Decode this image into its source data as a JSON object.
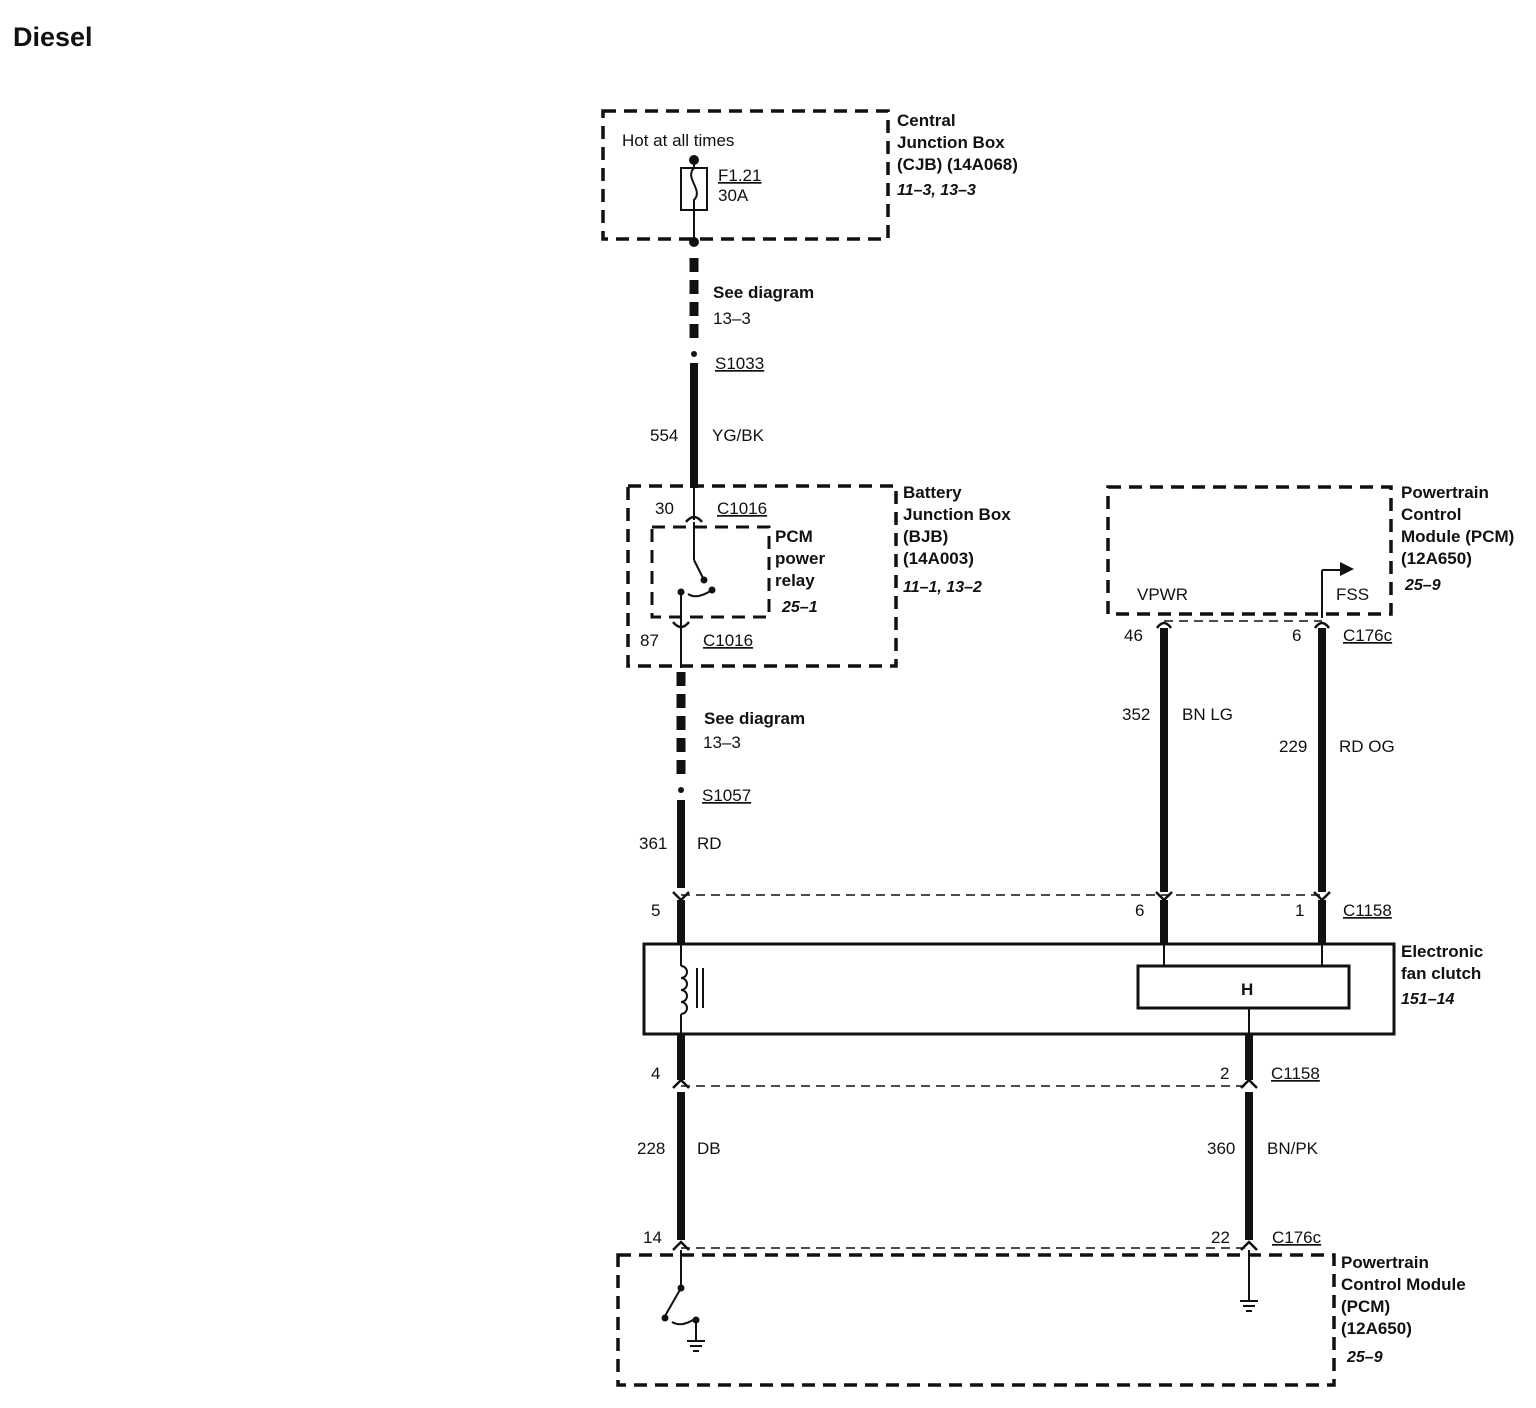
{
  "title": "Diesel",
  "cjb": {
    "hot_label": "Hot at all times",
    "fuse_id": "F1.21",
    "fuse_rating": "30A",
    "name_l1": "Central",
    "name_l2": "Junction Box",
    "name_l3": "(CJB) (14A068)",
    "ref": "11–3, 13–3"
  },
  "wire_upper": {
    "see_diagram": "See diagram",
    "see_ref": "13–3",
    "splice": "S1033",
    "circuit": "554",
    "color": "YG/BK"
  },
  "bjb": {
    "pin_in": "30",
    "conn_in": "C1016",
    "pin_out": "87",
    "conn_out": "C1016",
    "relay_l1": "PCM",
    "relay_l2": "power",
    "relay_l3": "relay",
    "relay_ref": "25–1",
    "name_l1": "Battery",
    "name_l2": "Junction Box",
    "name_l3": "(BJB)",
    "name_l4": "(14A003)",
    "ref": "11–1, 13–2"
  },
  "wire_mid": {
    "see_diagram": "See diagram",
    "see_ref": "13–3",
    "splice": "S1057",
    "circuit": "361",
    "color": "RD"
  },
  "pcm_top": {
    "name_l1": "Powertrain",
    "name_l2": "Control",
    "name_l3": "Module (PCM)",
    "name_l4": "(12A650)",
    "ref": "25–9",
    "vpwr": "VPWR",
    "fss": "FSS",
    "pin_vpwr": "46",
    "pin_fss": "6",
    "connector": "C176c"
  },
  "wire_352": {
    "circuit": "352",
    "color": "BN LG"
  },
  "wire_229": {
    "circuit": "229",
    "color": "RD OG"
  },
  "clutch": {
    "pin_5": "5",
    "pin_6": "6",
    "pin_1": "1",
    "connector_top": "C1158",
    "sensor": "H",
    "name_l1": "Electronic",
    "name_l2": "fan clutch",
    "ref": "151–14",
    "pin_4": "4",
    "pin_2": "2",
    "connector_bottom": "C1158"
  },
  "wire_228": {
    "circuit": "228",
    "color": "DB"
  },
  "wire_360": {
    "circuit": "360",
    "color": "BN/PK"
  },
  "pcm_bottom": {
    "pin_14": "14",
    "pin_22": "22",
    "connector": "C176c",
    "name_l1": "Powertrain",
    "name_l2": "Control Module",
    "name_l3": "(PCM)",
    "name_l4": "(12A650)",
    "ref": "25–9"
  }
}
